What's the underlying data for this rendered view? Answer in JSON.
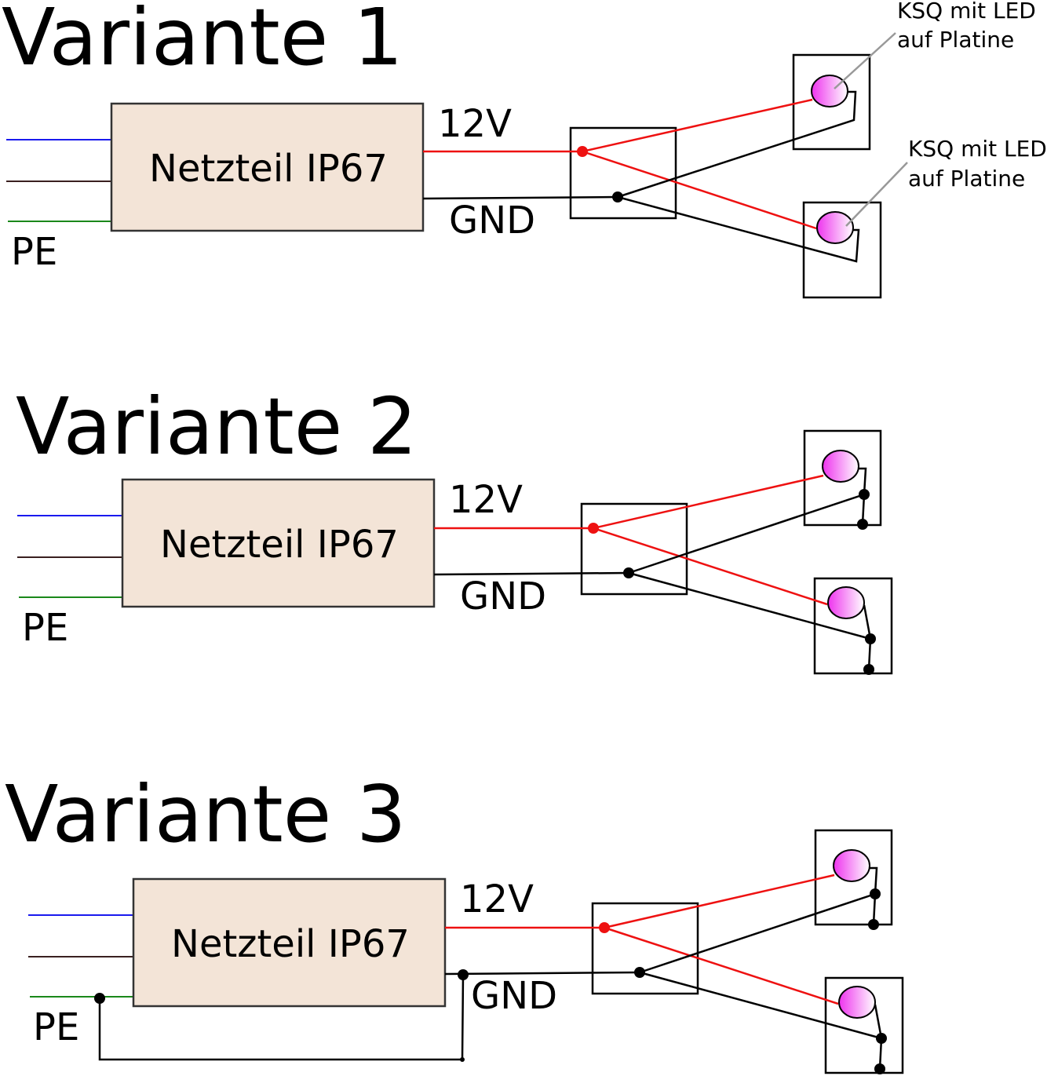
{
  "variants": [
    {
      "title": "Variante 1",
      "psu_label": "Netzteil IP67",
      "v12_label": "12V",
      "gnd_label": "GND",
      "pe_label": "PE",
      "annotations": [
        "KSQ mit LED",
        "auf Platine"
      ]
    },
    {
      "title": "Variante 2",
      "psu_label": "Netzteil IP67",
      "v12_label": "12V",
      "gnd_label": "GND",
      "pe_label": "PE"
    },
    {
      "title": "Variante 3",
      "psu_label": "Netzteil IP67",
      "v12_label": "12V",
      "gnd_label": "GND",
      "pe_label": "PE"
    }
  ],
  "colors": {
    "psu_fill": "#f3e4d7",
    "plus_wire": "#ee1111",
    "ground_wire": "#000000",
    "neutral_wire": "#1a1aee",
    "live_wire": "#3a2020",
    "earth_wire": "#1a881a",
    "led_pink": "#ee33ee"
  }
}
